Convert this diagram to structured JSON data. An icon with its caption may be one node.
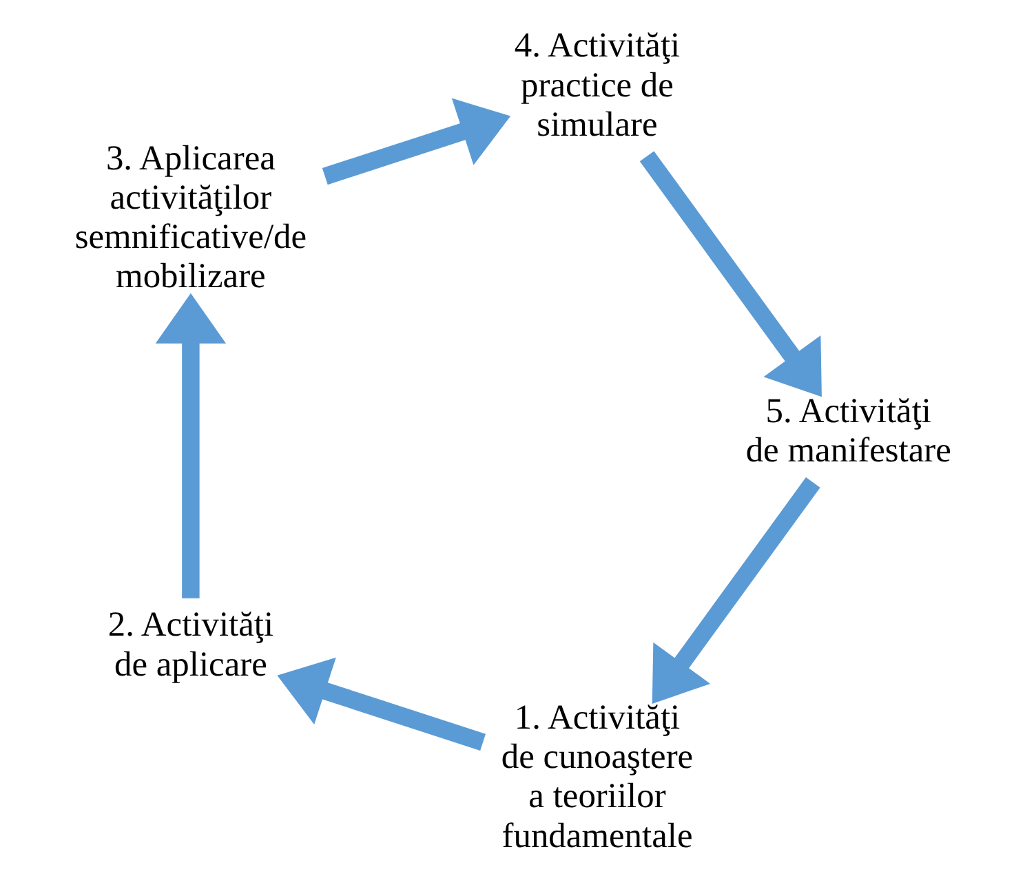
{
  "diagram": {
    "nodes": [
      {
        "text": [
          "1. Activităţi de cunoaştere a teoriilor fundamentale"
        ]
      },
      {
        "text": [
          "2. Activităţi de aplicare"
        ]
      },
      {
        "text": [
          "3. Aplicarea activităţilor semnificative/de mobilizare"
        ]
      },
      {
        "text": [
          "4. Activităţi practice de simulare"
        ]
      },
      {
        "text": [
          "5. Activităţi de manifestare"
        ]
      }
    ],
    "edges": [
      {
        "from": 0,
        "to": 1,
        "arrow": "to"
      },
      {
        "from": 1,
        "to": 2,
        "arrow": "to"
      },
      {
        "from": 2,
        "to": 3,
        "arrow": "to"
      },
      {
        "from": 3,
        "to": 4,
        "arrow": "to"
      },
      {
        "from": 4,
        "to": 0,
        "arrow": "to"
      }
    ]
  }
}
